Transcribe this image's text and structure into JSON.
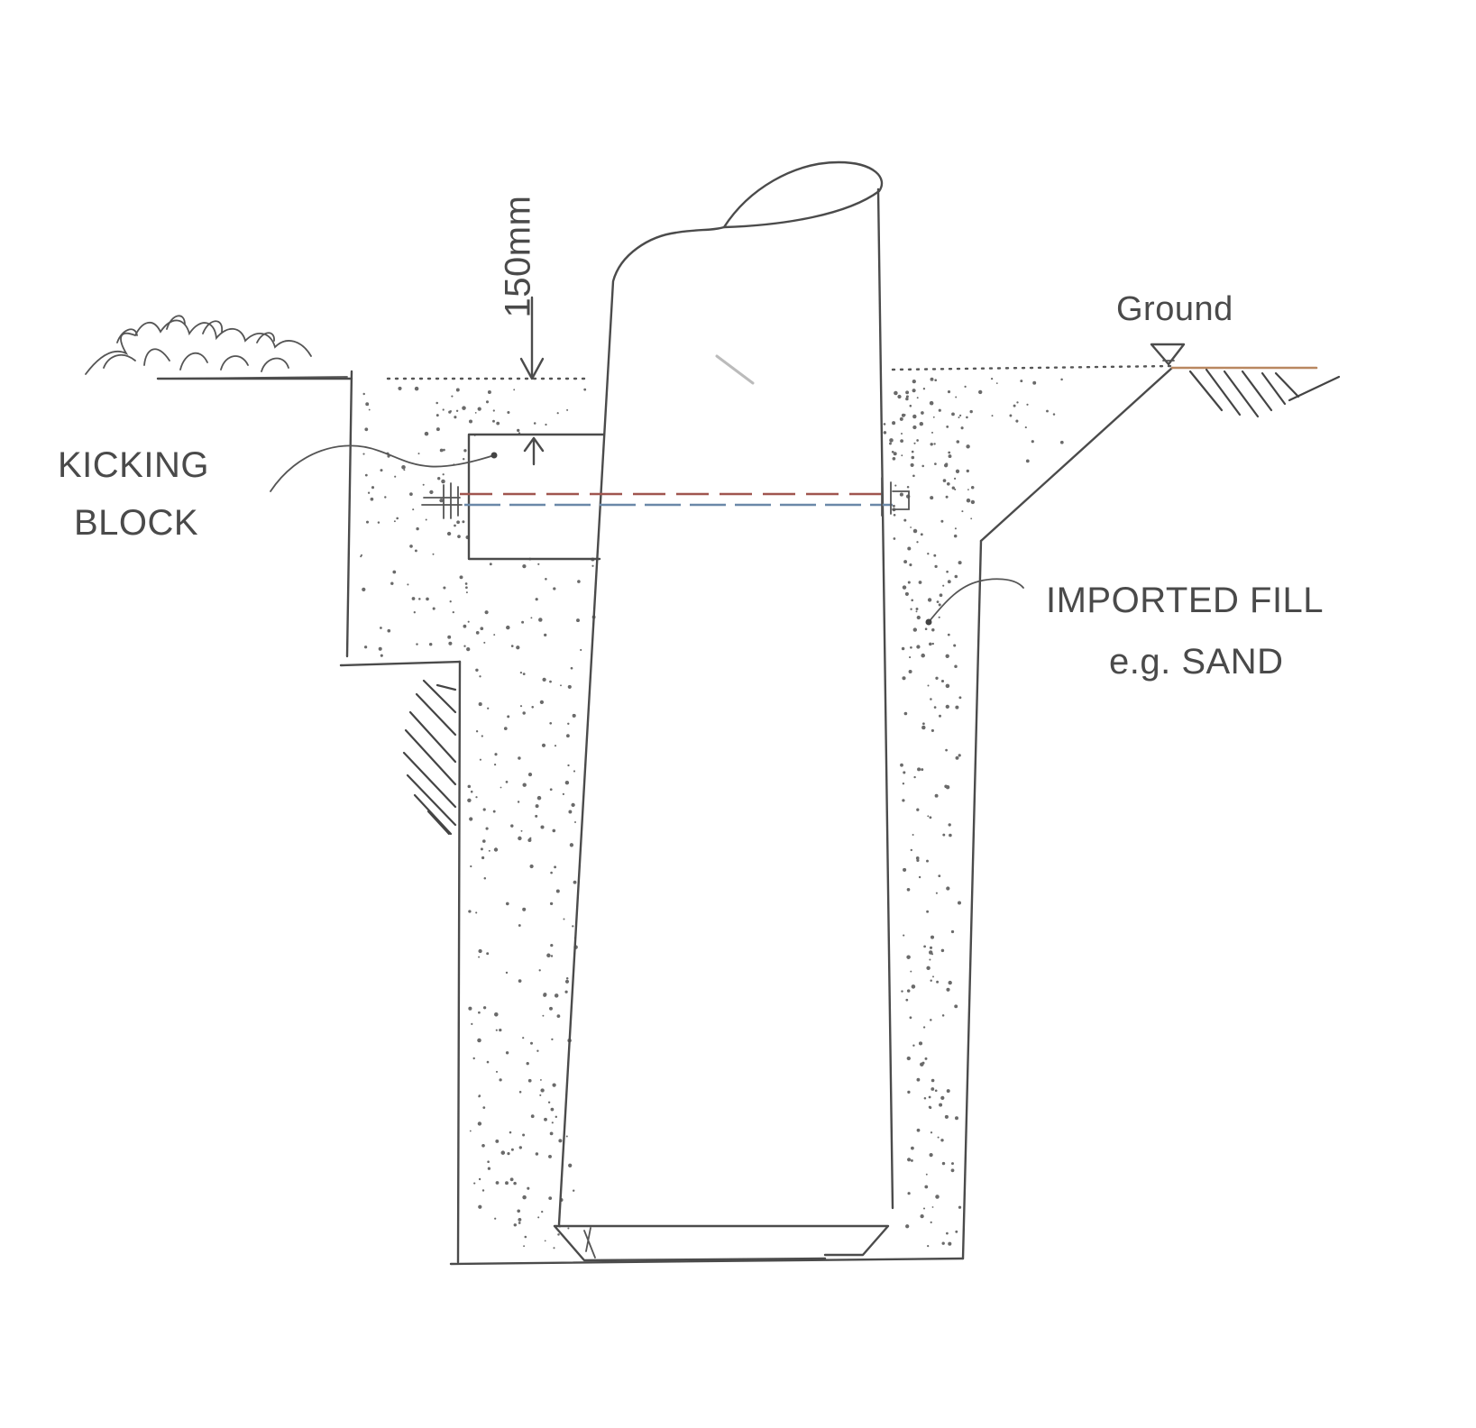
{
  "labels": {
    "dimension": "150mm",
    "ground": "Ground",
    "kicking_block_line1": "KICKING",
    "kicking_block_line2": "BLOCK",
    "fill_line1": "IMPORTED FILL",
    "fill_line2": "e.g. SAND"
  },
  "colors": {
    "ink": "#4b4b4b",
    "rod_red": "#a0554f",
    "rod_blue": "#6a88a8",
    "ground_line": "#c08a5a"
  }
}
